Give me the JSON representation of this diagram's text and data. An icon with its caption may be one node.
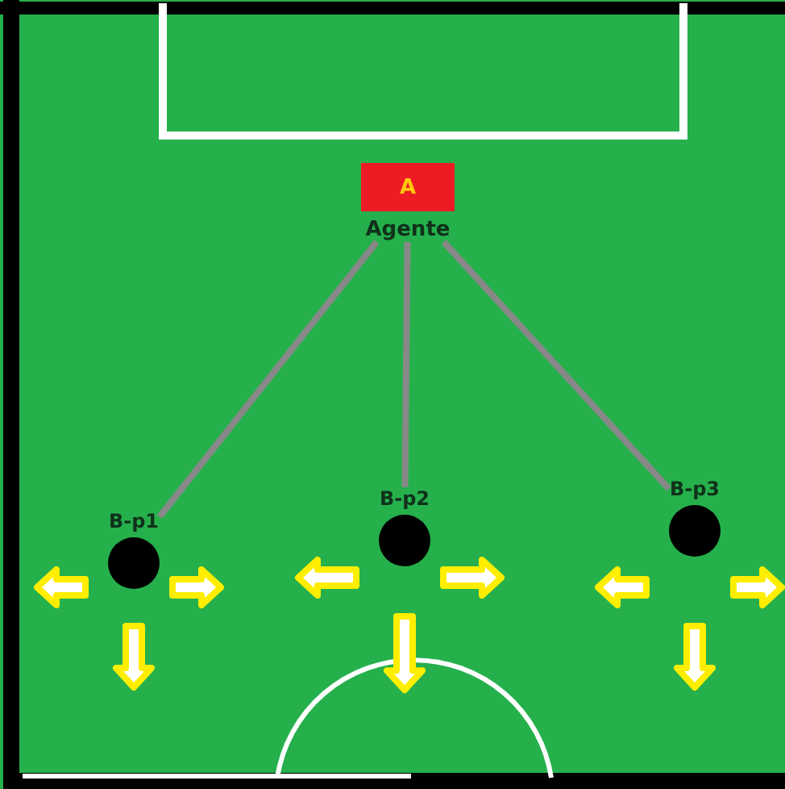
{
  "diagram": {
    "nodes": [
      {
        "text": [
          "A"
        ],
        "beside": [
          "Agente"
        ]
      },
      {
        "text": [
          "B-p1"
        ]
      },
      {
        "text": [
          "B-p2"
        ]
      },
      {
        "text": [
          "B-p3"
        ]
      }
    ],
    "edges": [
      {
        "from": 0,
        "to": 1,
        "arrow": "none"
      },
      {
        "from": 0,
        "to": 2,
        "arrow": "none"
      },
      {
        "from": 0,
        "to": 3,
        "arrow": "none"
      }
    ]
  }
}
